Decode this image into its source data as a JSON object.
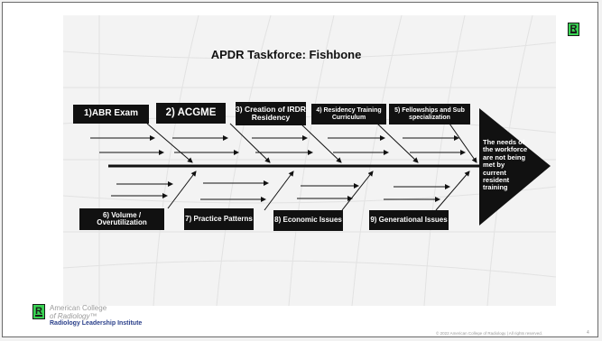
{
  "slide": {
    "title": "APDR Taskforce: Fishbone",
    "head": "The needs of the workforce are not being met by current resident training",
    "top_causes": [
      {
        "label": "1)ABR Exam"
      },
      {
        "label": "2) ACGME"
      },
      {
        "label": "3) Creation of IRDR Residency"
      },
      {
        "label": "4) Residency Training Curriculum"
      },
      {
        "label": "5) Fellowships and Sub specialization"
      }
    ],
    "bottom_causes": [
      {
        "label": "6) Volume / Overutilization"
      },
      {
        "label": "7) Practice Patterns"
      },
      {
        "label": "8) Economic Issues"
      },
      {
        "label": "9) Generational Issues"
      }
    ]
  },
  "footer": {
    "org_line1": "American College",
    "org_line2": "of Radiology™",
    "org_line3": "Radiology Leadership Institute",
    "copyright": "© 2022 American College of Radiology | All rights reserved.",
    "page_number": "4"
  },
  "logo": {
    "letter": "R",
    "color": "#39d353"
  }
}
